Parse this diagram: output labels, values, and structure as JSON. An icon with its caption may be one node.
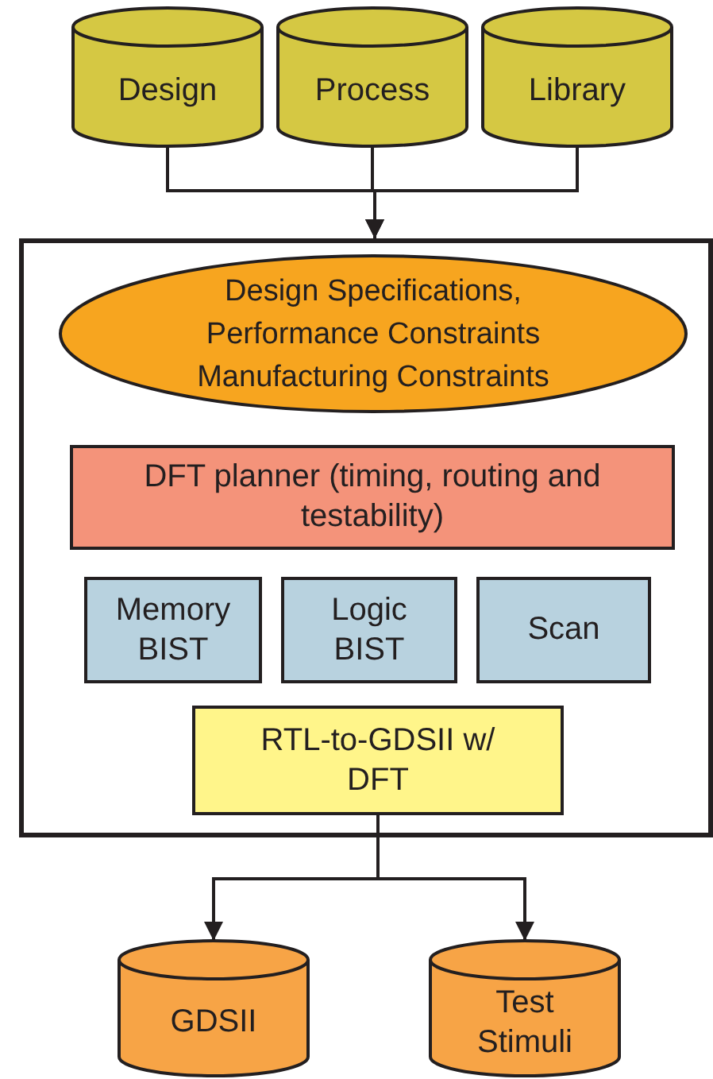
{
  "diagram": {
    "nodes": [
      {
        "text": [
          "Design"
        ]
      },
      {
        "text": [
          "Process"
        ]
      },
      {
        "text": [
          "Library"
        ]
      },
      {
        "text": [],
        "shape": "box"
      },
      {
        "text": [
          "Design Specifications, Performance Constraints Manufacturing Constraints"
        ],
        "in": 3
      },
      {
        "text": [
          "DFT planner (timing, routing and testability)"
        ],
        "in": 3
      },
      {
        "text": [
          "Memory BIST"
        ],
        "in": 3
      },
      {
        "text": [
          "Logic BIST"
        ],
        "in": 3
      },
      {
        "text": [
          "Scan"
        ],
        "in": 3
      },
      {
        "text": [
          "RTL-to-GDSII w/ DFT"
        ],
        "in": 3
      },
      {
        "text": [
          "GDSII"
        ]
      },
      {
        "text": [
          "Test Stimuli"
        ]
      }
    ],
    "edges": [
      {
        "from": 0,
        "to": 3,
        "arrow": "to"
      },
      {
        "from": 1,
        "to": 3,
        "arrow": "to"
      },
      {
        "from": 2,
        "to": 3,
        "arrow": "to"
      },
      {
        "from": 9,
        "to": 10,
        "arrow": "to"
      },
      {
        "from": 9,
        "to": 11,
        "arrow": "to"
      }
    ]
  }
}
